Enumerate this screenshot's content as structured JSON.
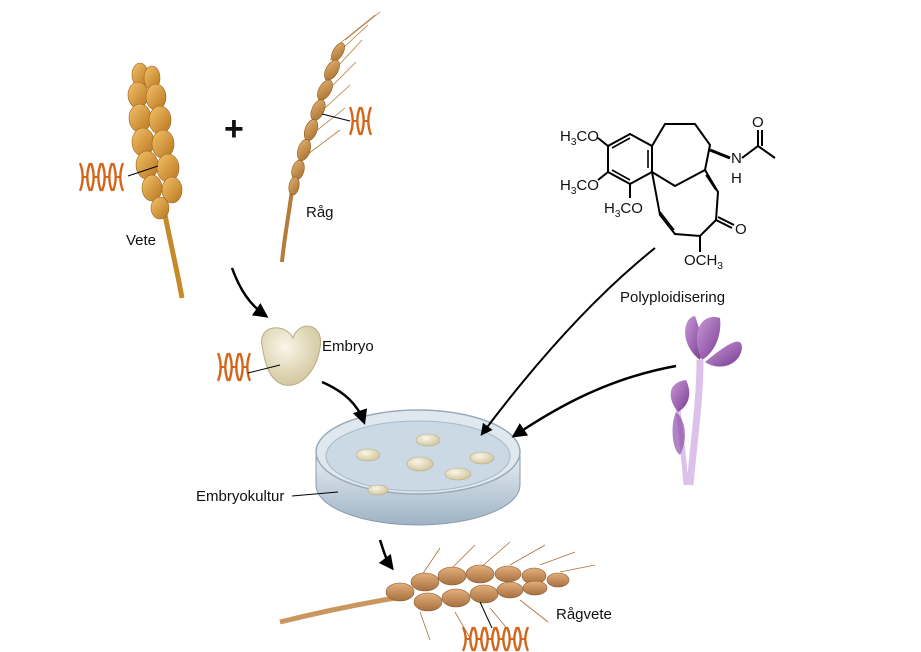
{
  "labels": {
    "wheat": "Vete",
    "rye": "Råg",
    "plus": "+",
    "embryo": "Embryo",
    "embryo_culture": "Embryokultur",
    "triticale": "Rågvete",
    "polyploidization": "Polyploidisering"
  },
  "molecule": {
    "methoxy_1": "H3CO",
    "methoxy_2": "H3CO",
    "methoxy_3": "H3CO",
    "methoxy_4": "OCH3",
    "oxygen_amide": "O",
    "nitrogen": "N",
    "hydrogen": "H",
    "oxygen_ketone": "O"
  },
  "chromosome_counts": {
    "wheat": 4,
    "rye": 2,
    "embryo": 3,
    "triticale": 6
  },
  "colors": {
    "chromosome": "#d4661c",
    "wheat_grain": "#d99a3c",
    "triticale_grain": "#c98f55",
    "embryo": "#ece3c5",
    "crocus": "#9a5bb0",
    "dish_glass": "#c9d7e2",
    "arrow": "#000000"
  }
}
